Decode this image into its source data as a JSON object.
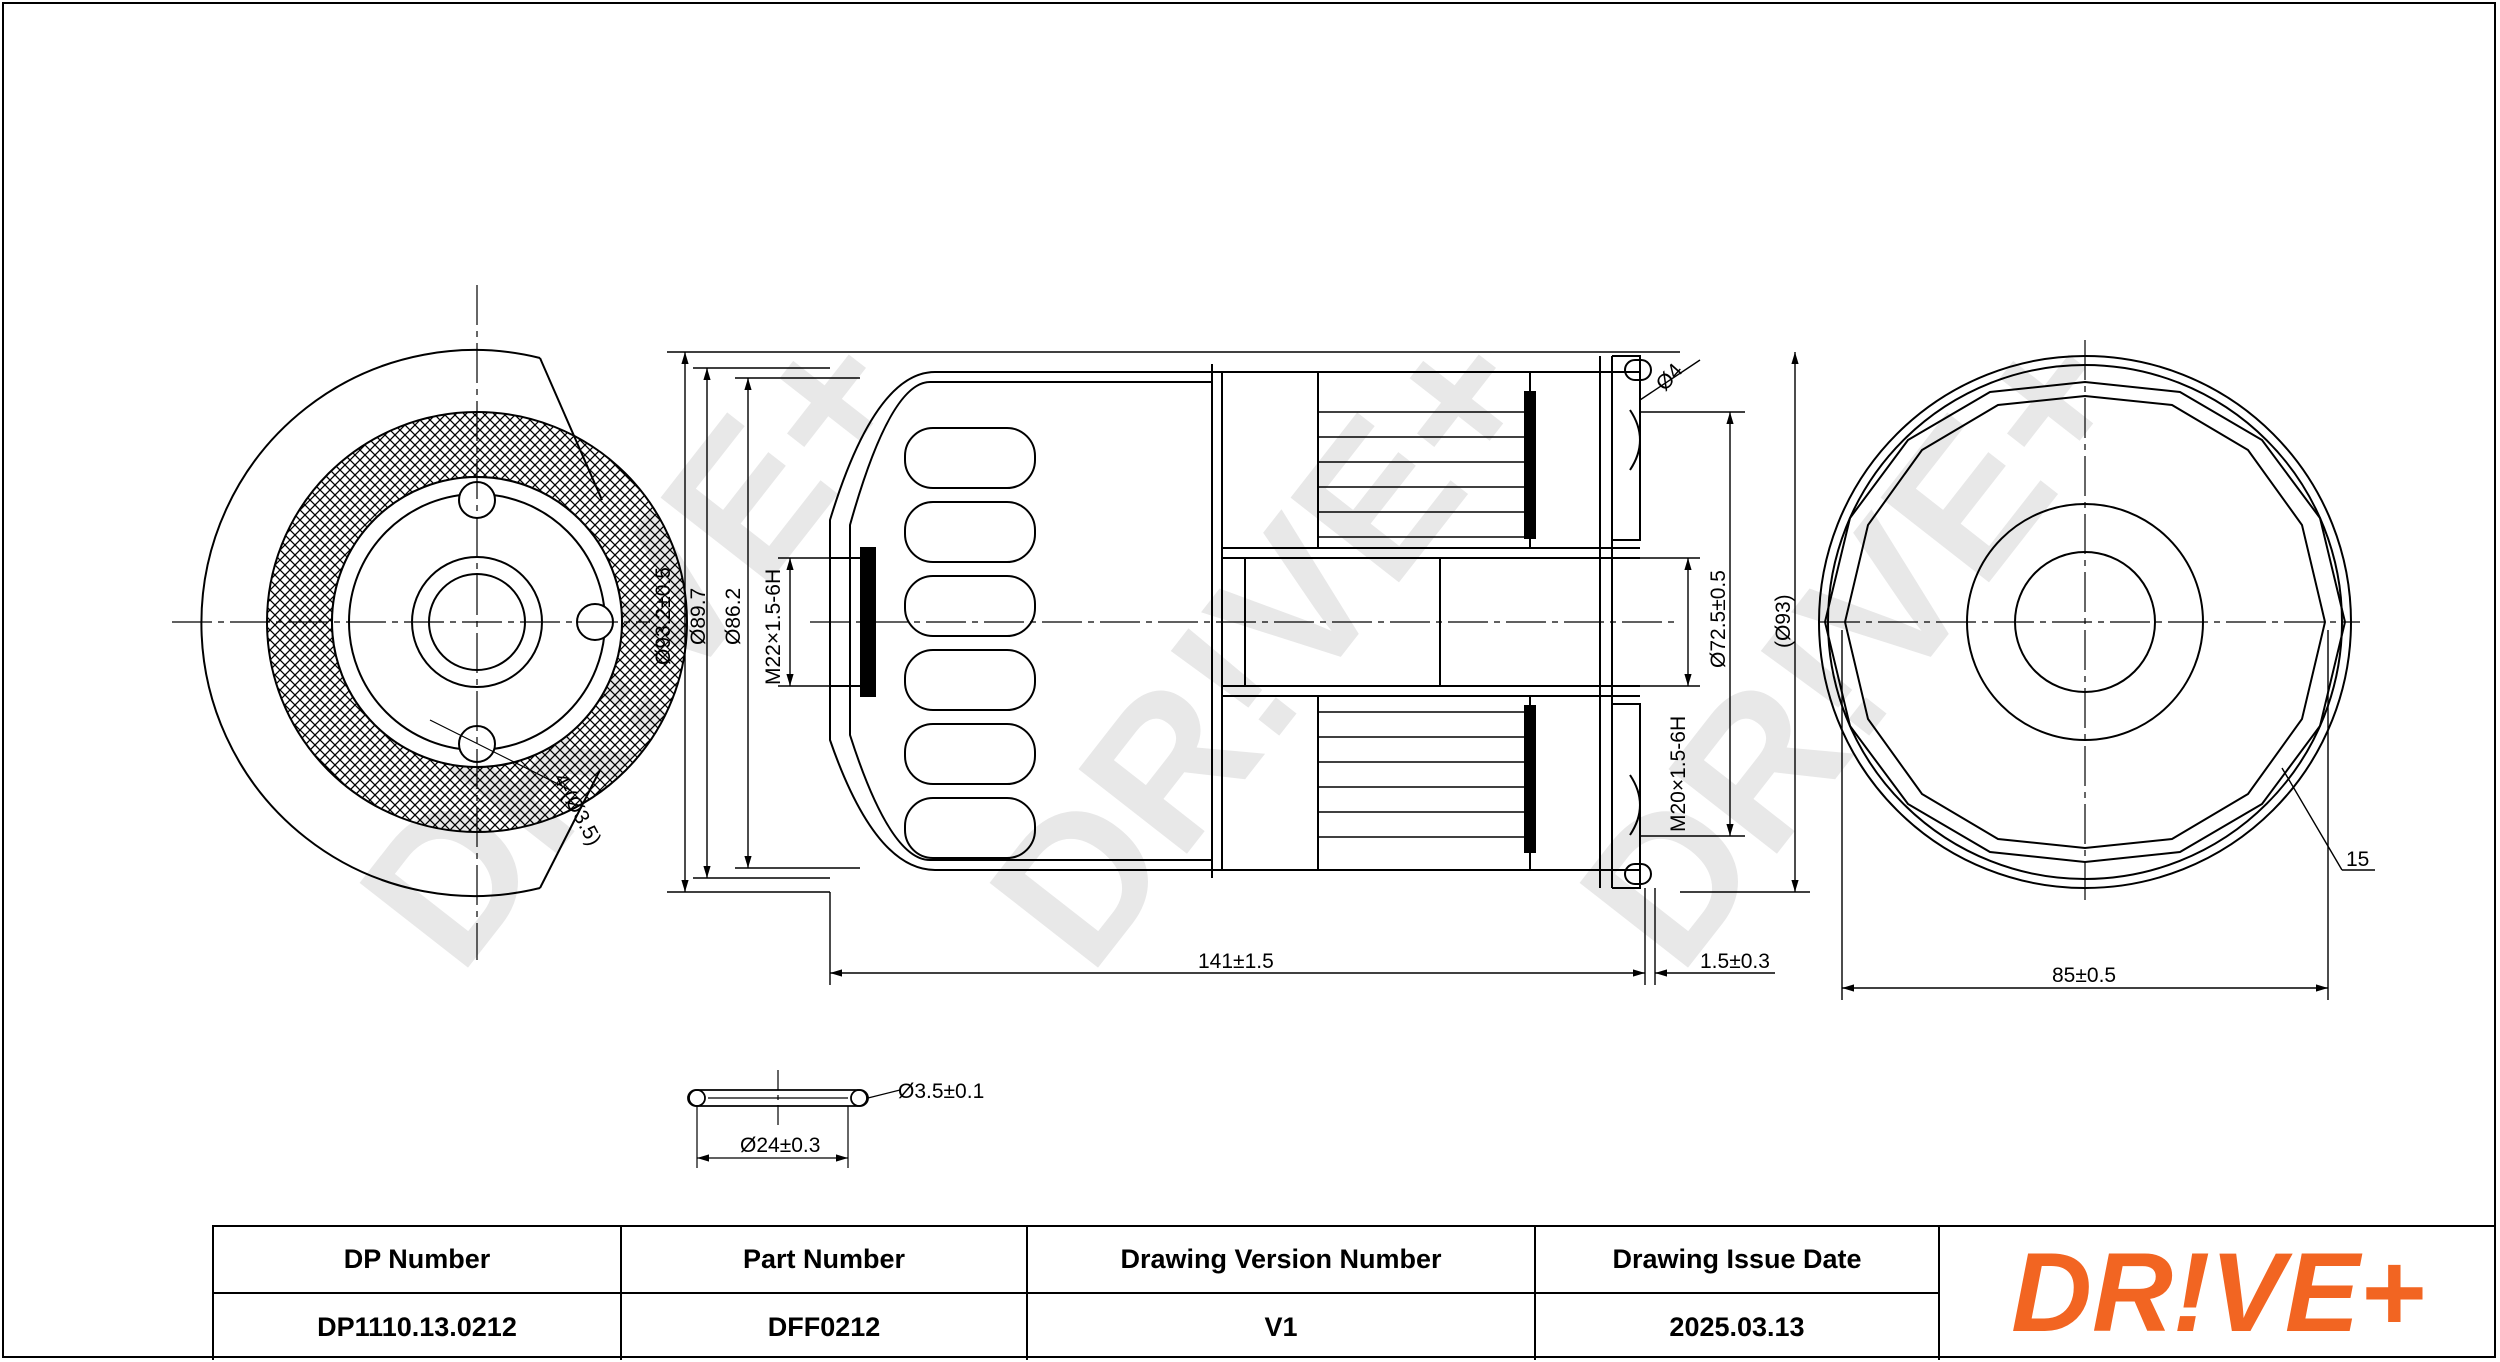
{
  "watermark": {
    "text": "DR!VE+",
    "color": "#e6e6e6"
  },
  "dimensions": {
    "front_bolt_holes": "4-(Ø3.5)",
    "d_outer": "Ø93.2±0.5",
    "d_body": "Ø89.7",
    "d_inner": "Ø86.2",
    "thread_top": "M22×1.5-6H",
    "gasket_section": "Ø4",
    "d_gasket": "Ø72.5±0.5",
    "thread_base": "M20×1.5-6H",
    "d_overall": "(Ø93)",
    "length": "141±1.5",
    "gasket_offset": "1.5±0.3",
    "flats": "15",
    "wrench_size": "85±0.5",
    "oring_section": "Ø3.5±0.1",
    "oring_diameter": "Ø24±0.3"
  },
  "title_block": {
    "headers": [
      "DP Number",
      "Part Number",
      "Drawing Version Number",
      "Drawing Issue Date"
    ],
    "values": [
      "DP1110.13.0212",
      "DFF0212",
      "V1",
      "2025.03.13"
    ]
  },
  "logo": {
    "text": "DR!VE+",
    "color": "#f26522"
  }
}
